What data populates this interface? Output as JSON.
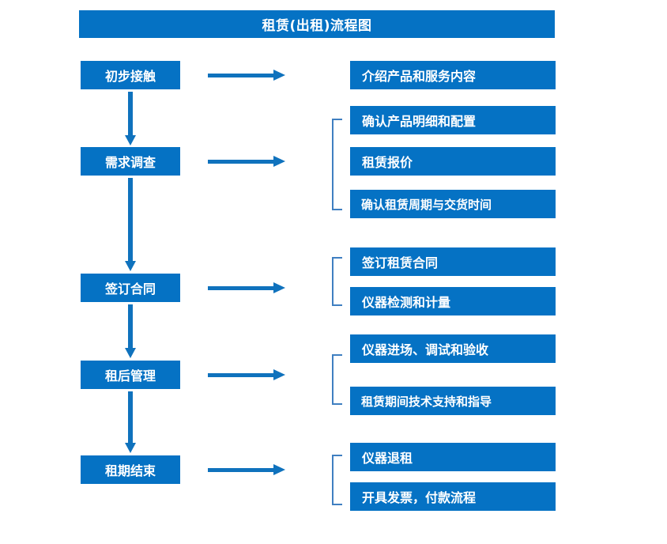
{
  "diagram": {
    "title": "租赁(出租)流程图",
    "accent_color": "#0572c4",
    "line_color": "#0f72bd",
    "bracket_color": "#3f7fc1",
    "background_color": "#ffffff"
  },
  "stages": [
    {
      "id": "stage-1",
      "label": "初步接触"
    },
    {
      "id": "stage-2",
      "label": "需求调查"
    },
    {
      "id": "stage-3",
      "label": "签订合同"
    },
    {
      "id": "stage-4",
      "label": "租后管理"
    },
    {
      "id": "stage-5",
      "label": "租期结束"
    }
  ],
  "details": {
    "group1": [
      {
        "label": "介绍产品和服务内容"
      }
    ],
    "group2": [
      {
        "label": "确认产品明细和配置"
      },
      {
        "label": "租赁报价"
      },
      {
        "label": "确认租赁周期与交货时间"
      }
    ],
    "group3": [
      {
        "label": "签订租赁合同"
      },
      {
        "label": "仪器检测和计量"
      }
    ],
    "group4": [
      {
        "label": "仪器进场、调试和验收"
      },
      {
        "label": "租赁期间技术支持和指导"
      }
    ],
    "group5": [
      {
        "label": "仪器退租"
      },
      {
        "label": "开具发票，付款流程"
      }
    ]
  },
  "connectors": {
    "horizontal_arrow_name": "flow-arrow-right",
    "vertical_arrow_name": "flow-arrow-down",
    "bracket_name": "group-bracket"
  }
}
